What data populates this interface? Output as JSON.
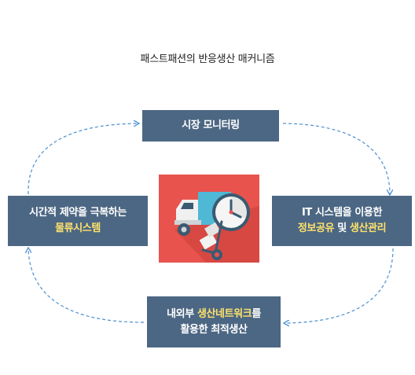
{
  "title": "패스트패션의 반응생산 매커니즘",
  "top_box": {
    "label": "시장 모니터링"
  },
  "left_box": {
    "line1": "시간적 제약을 극복하는",
    "line2": "물류시스템"
  },
  "right_box": {
    "line1": "IT 시스템을 이용한",
    "line2_hl1": "정보공유",
    "line2_mid": " 및 ",
    "line2_hl2": "생산관리"
  },
  "bottom_box": {
    "line1_pre": "내외부 ",
    "line1_hl": "생산네트워크",
    "line1_post": "를",
    "line2": "활용한 최적생산"
  },
  "colors": {
    "box": "#4c6783",
    "highlight": "#ffe26b",
    "arrow": "#4a8fd0",
    "illustration_bg": "#e8534d"
  },
  "icons": [
    "truck-icon",
    "clock-icon",
    "hand-truck-icon"
  ]
}
